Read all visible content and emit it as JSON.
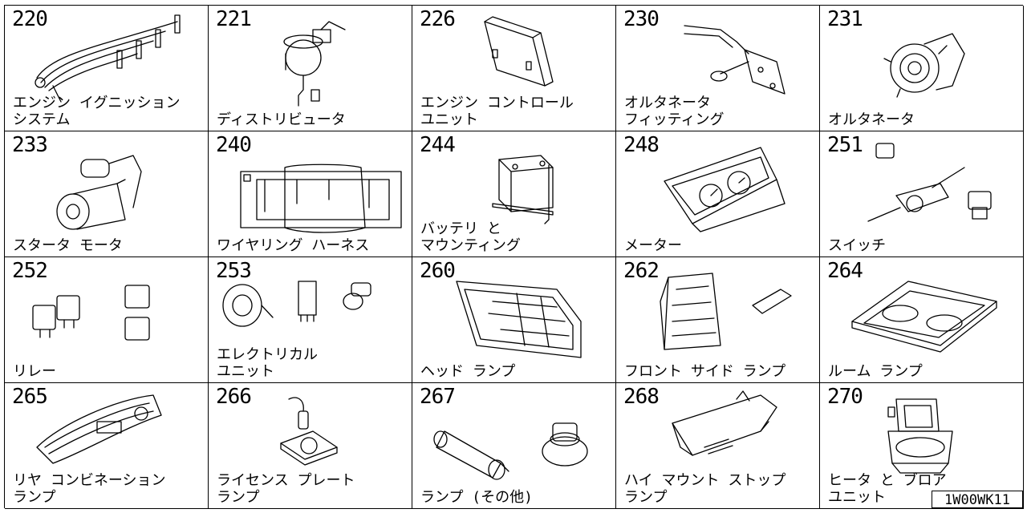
{
  "catalog": {
    "code": "1W00WK11",
    "items": [
      {
        "num": "220",
        "label": "エンジン イグニッション\nシステム",
        "icon": "ignition-wiring-icon"
      },
      {
        "num": "221",
        "label": "ディストリビュータ",
        "icon": "distributor-icon"
      },
      {
        "num": "226",
        "label": "エンジン コントロール\nユニット",
        "icon": "control-unit-icon"
      },
      {
        "num": "230",
        "label": "オルタネータ\nフィッティング",
        "icon": "alternator-bracket-icon"
      },
      {
        "num": "231",
        "label": "オルタネータ",
        "icon": "alternator-icon"
      },
      {
        "num": "233",
        "label": "スタータ モータ",
        "icon": "starter-motor-icon"
      },
      {
        "num": "240",
        "label": "ワイヤリング ハーネス",
        "icon": "wiring-harness-icon"
      },
      {
        "num": "244",
        "label": "バッテリ と\nマウンティング",
        "icon": "battery-icon"
      },
      {
        "num": "248",
        "label": "メーター",
        "icon": "meter-cluster-icon"
      },
      {
        "num": "251",
        "label": "スイッチ",
        "icon": "switch-icon"
      },
      {
        "num": "252",
        "label": "リレー",
        "icon": "relay-icon"
      },
      {
        "num": "253",
        "label": "エレクトリカル\nユニット",
        "icon": "electrical-unit-icon"
      },
      {
        "num": "260",
        "label": "ヘッド ランプ",
        "icon": "headlamp-icon"
      },
      {
        "num": "262",
        "label": "フロント サイド ランプ",
        "icon": "front-side-lamp-icon"
      },
      {
        "num": "264",
        "label": "ルーム ランプ",
        "icon": "room-lamp-icon"
      },
      {
        "num": "265",
        "label": "リヤ コンビネーション\nランプ",
        "icon": "rear-combination-lamp-icon"
      },
      {
        "num": "266",
        "label": "ライセンス プレート\nランプ",
        "icon": "license-plate-lamp-icon"
      },
      {
        "num": "267",
        "label": "ランプ (その他)",
        "icon": "lamp-misc-icon"
      },
      {
        "num": "268",
        "label": "ハイ マウント ストップ\nランプ",
        "icon": "high-mount-stop-lamp-icon"
      },
      {
        "num": "270",
        "label": "ヒータ と ブロア\nユニット",
        "icon": "heater-blower-icon"
      }
    ]
  }
}
